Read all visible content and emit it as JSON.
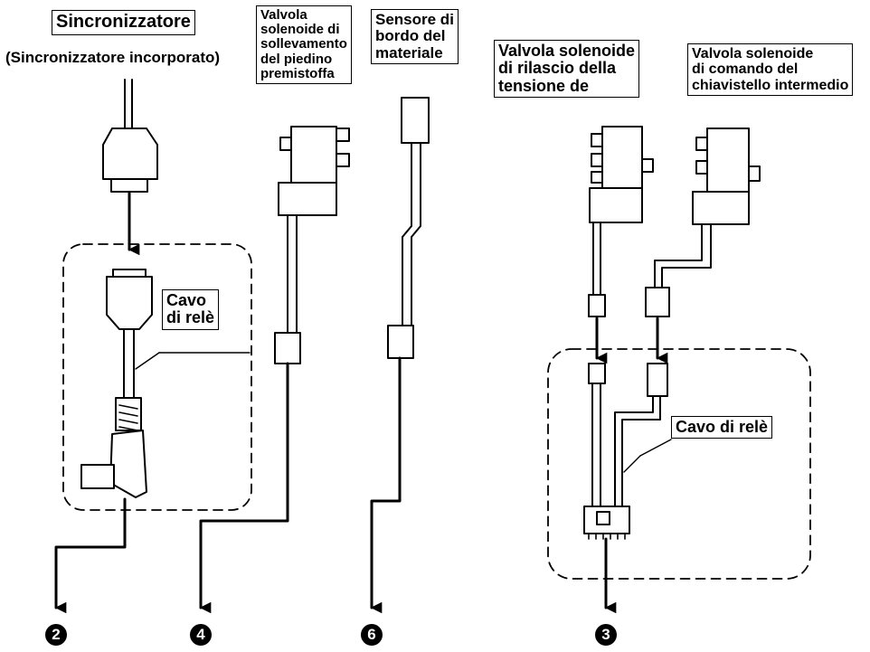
{
  "labels": {
    "synchronizer_title": "Sincronizzatore",
    "synchronizer_subtitle": "(Sincronizzatore incorporato)",
    "relay_cable_left": "Cavo\ndi relè",
    "presser_foot_valve": "Valvola\nsolenoide di\nsollevamento\ndel piedino\npremistoffa",
    "edge_sensor": "Sensore di\nbordo del\nmateriale",
    "tension_release_valve": "Valvola solenoide\ndi rilascio della\ntensione de",
    "intermediate_latch_valve": "Valvola solenoide\ndi comando del\nchiavistello intermedio",
    "relay_cable_right": "Cavo di relè"
  },
  "connector_numbers": {
    "sync_output": "2",
    "presser_foot_output": "4",
    "edge_sensor_output": "6",
    "valves_output": "3"
  },
  "colors": {
    "line": "#000000",
    "background": "#ffffff"
  }
}
